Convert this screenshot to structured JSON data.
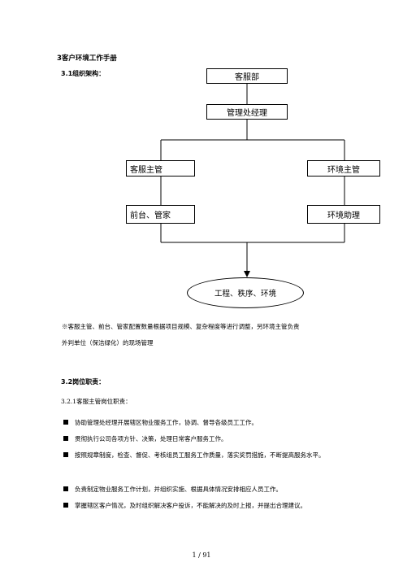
{
  "heading": "3客户环境工作手册",
  "org_heading": "3.1组织架构：",
  "org": {
    "top": "客服部",
    "manager": "管理处经理",
    "left_sup": "客服主管",
    "right_sup": "环境主管",
    "left_staff": "前台、管家",
    "right_staff": "环境助理",
    "ellipse": "工程、秩序、环境"
  },
  "note_line1": "※客服主管、前台、管家配置数量根据项目规模、复杂程度等进行调整，另环境主管负责",
  "note_line2": "外判单位（保洁绿化）的现场管理",
  "duty_heading": "3.2岗位职责：",
  "duty_sub": "3.2.1客服主管岗位职责：",
  "bullets": [
    "协助管理处经理开展辖区物业服务工作，协调、督导各级员工工作。",
    "贯彻执行公司各项方针、决策，处理日常客户服务工作。",
    "按照规章制度，检查、督促、考核组员工服务工作质量，落实奖罚措施，不断提高服务水平。",
    "负责制定物业服务工作计划，并组织实施、根据具体情况安排相应人员工作。",
    "掌握辖区客户情况，及时组织解决客户投诉，不能解决的及时上报，并提出合理建议。"
  ],
  "page_number": "1 / 91"
}
